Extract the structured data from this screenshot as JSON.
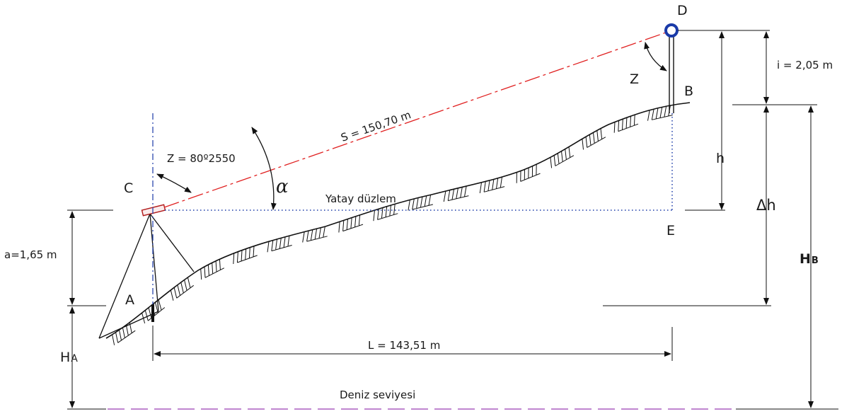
{
  "labels": {
    "point_a": "A",
    "point_b": "B",
    "point_c": "C",
    "point_d": "D",
    "point_e": "E",
    "zenith_z": "Z",
    "zenith_value": "Z = 80º2550",
    "alpha": "α",
    "slope_distance": "S = 150,70 m",
    "horizontal_plane": "Yatay düzlem",
    "instrument_height": "a=1,65 m",
    "target_height": "i = 2,05 m",
    "h": "h",
    "delta_h": "Δh",
    "h_b_main": "H",
    "h_b_sub": "B",
    "h_a_main": "H",
    "h_a_sub": "A",
    "horizontal_distance": "L = 143,51 m",
    "sea_level": "Deniz seviyesi"
  },
  "colors": {
    "sight_line": "#e02020",
    "vertical_axis": "#1a3aa8",
    "sea_level": "#9b3fb4",
    "target": "#1a3aa8"
  }
}
